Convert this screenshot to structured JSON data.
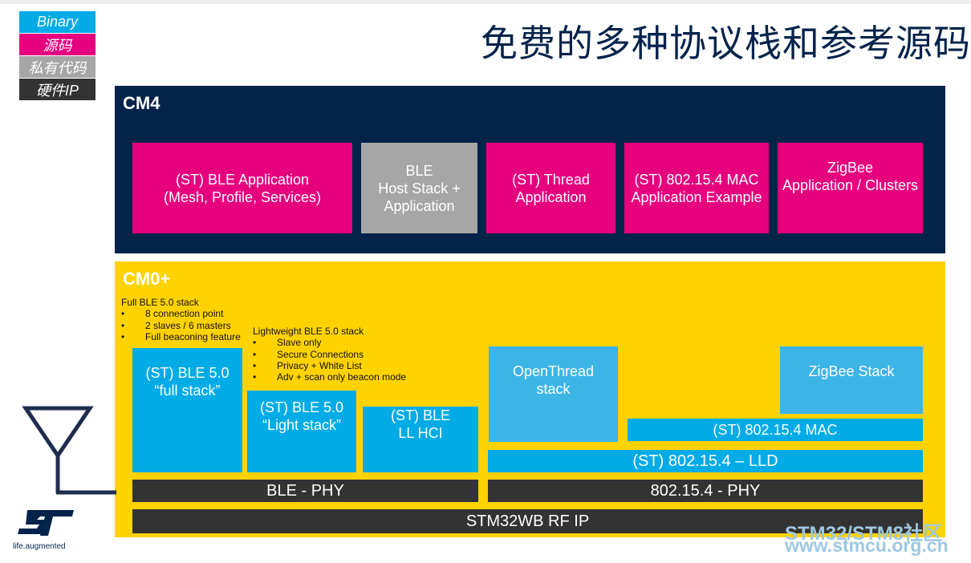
{
  "legend": [
    {
      "label": "Binary",
      "color": "#00abe6"
    },
    {
      "label": "源码",
      "color": "#e6007e"
    },
    {
      "label": "私有代码",
      "color": "#a6a6a6"
    },
    {
      "label": "硬件IP",
      "color": "#333333"
    }
  ],
  "title": "免费的多种协议栈和参考源码",
  "cm4": {
    "label": "CM4",
    "boxes": [
      {
        "line1": "(ST) BLE Application",
        "line2": "(Mesh, Profile, Services)"
      },
      {
        "line1": "BLE",
        "line2": "Host Stack +",
        "line3": "Application"
      },
      {
        "line1": "(ST) Thread",
        "line2": "Application"
      },
      {
        "line1": "(ST) 802.15.4 MAC",
        "line2": "Application Example"
      },
      {
        "line1": "ZigBee",
        "line2": "Application / Clusters"
      }
    ]
  },
  "cm0": {
    "label": "CM0+",
    "full_note": {
      "title": "Full BLE 5.0 stack",
      "items": [
        "8 connection point",
        "2 slaves / 6 masters",
        "Full beaconing feature"
      ]
    },
    "light_note": {
      "title": "Lightweight BLE 5.0 stack",
      "items": [
        "Slave only",
        "Secure Connections",
        "Privacy + White List",
        "Adv  + scan only beacon mode"
      ]
    },
    "ble_full": {
      "line1": "(ST) BLE 5.0",
      "line2": "“full stack”"
    },
    "ble_light": {
      "line1": "(ST) BLE 5.0",
      "line2": "“Light stack”"
    },
    "ble_hci": {
      "line1": "(ST) BLE",
      "line2": "LL HCI"
    },
    "openthread": {
      "line1": "OpenThread",
      "line2": "stack"
    },
    "zigbee_stack": "ZigBee Stack",
    "mac": "(ST) 802.15.4 MAC",
    "lld": "(ST) 802.15.4 – LLD",
    "ble_phy": "BLE - PHY",
    "phy_154": "802.15.4 - PHY",
    "rf_ip": "STM32WB RF IP"
  },
  "logo": {
    "tagline": "life.augmented"
  },
  "watermark": {
    "line1": "STM32/STM8社区",
    "line2": "www.stmcu.org.cn"
  }
}
